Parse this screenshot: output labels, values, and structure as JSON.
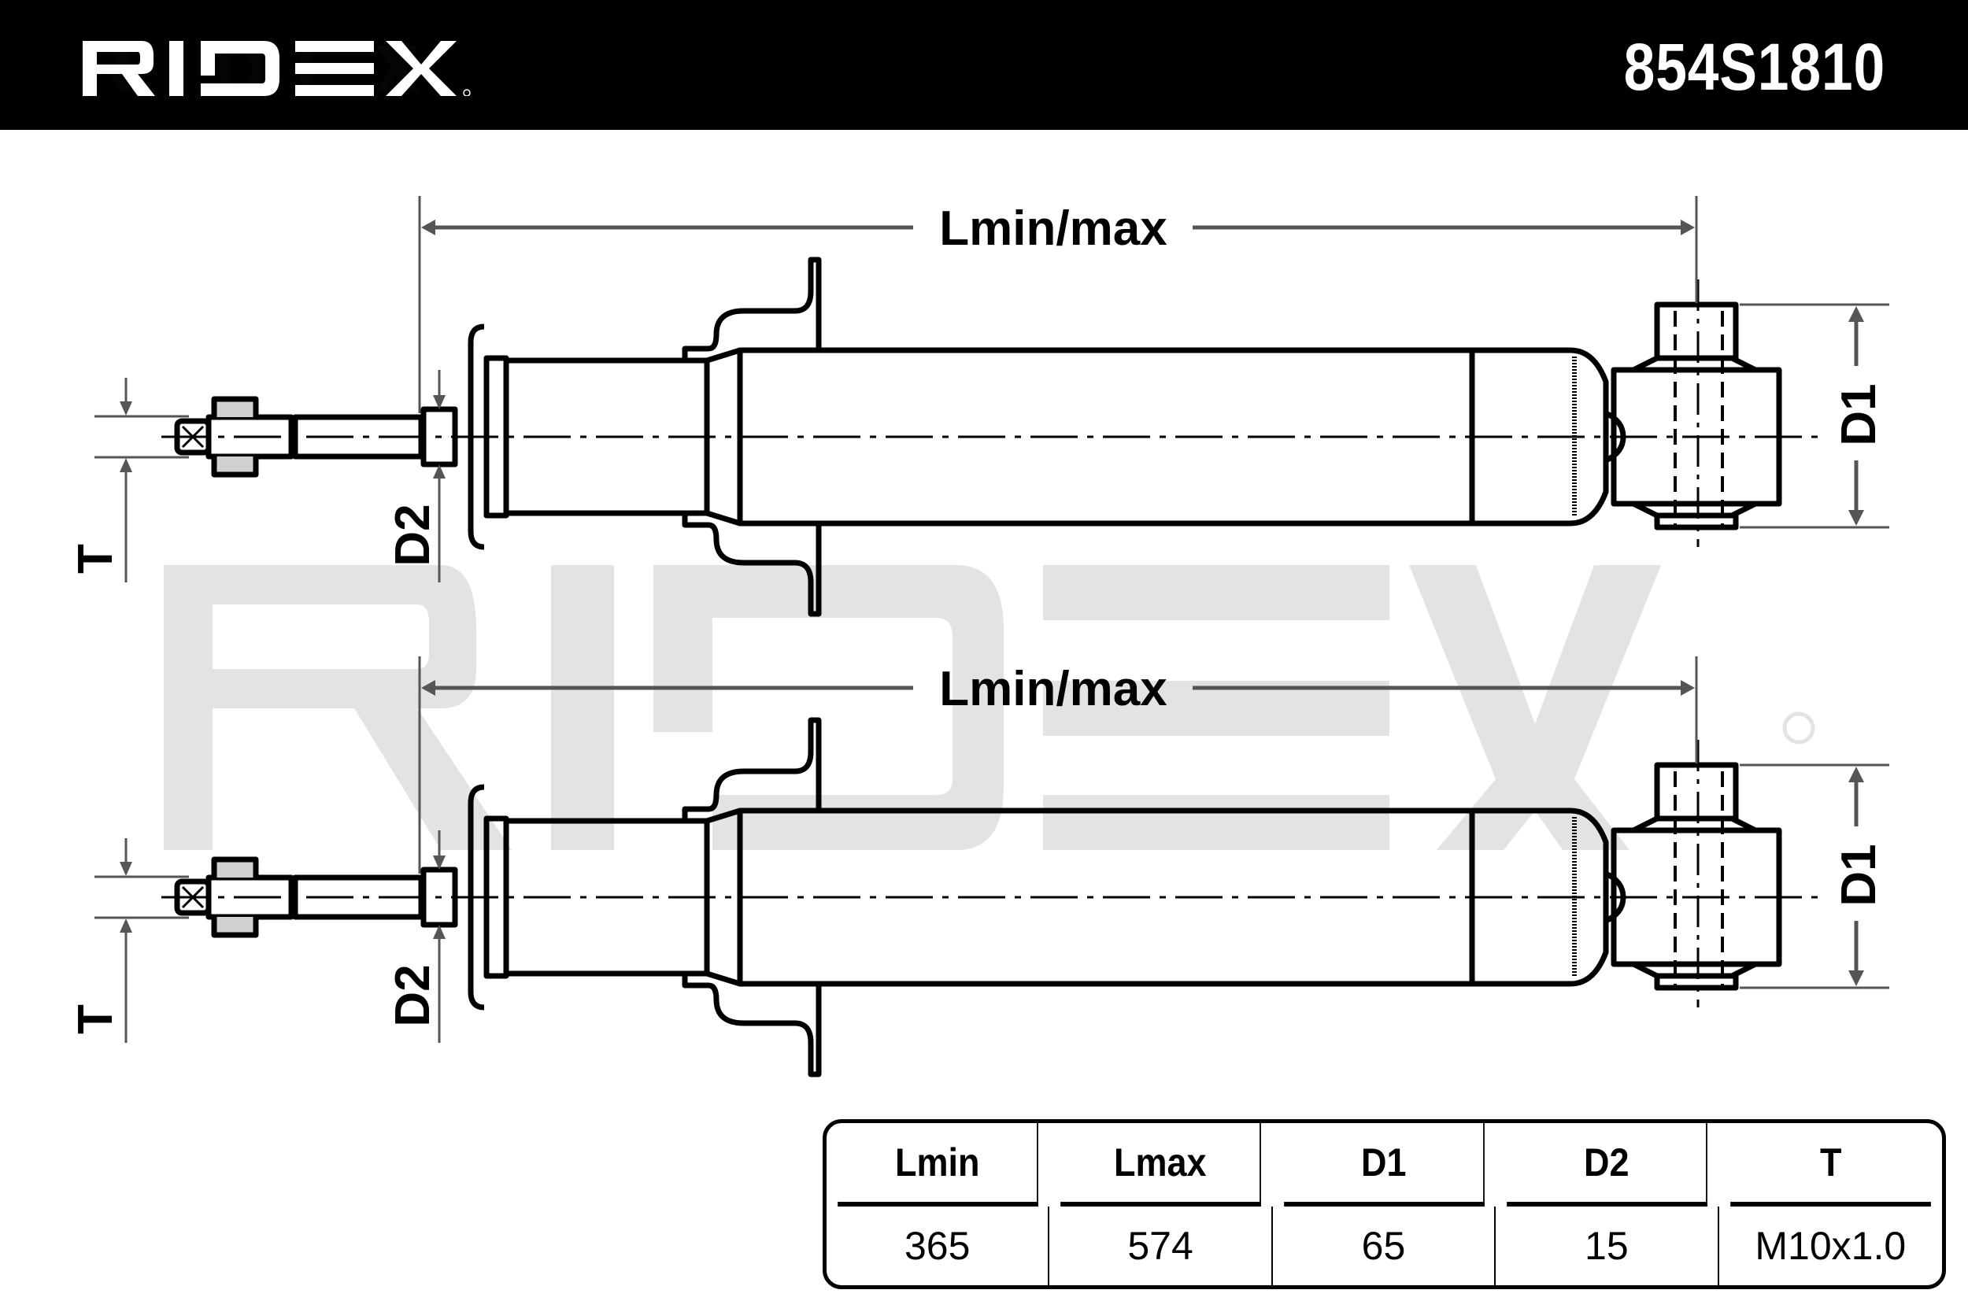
{
  "header": {
    "brand": "RIDEX",
    "part_number": "854S1810"
  },
  "watermark": {
    "text": "RIDEX"
  },
  "drawing": {
    "views": [
      {
        "length_label": "Lmin/max",
        "d1_label": "D1",
        "d2_label": "D2",
        "t_label": "T"
      },
      {
        "length_label": "Lmin/max",
        "d1_label": "D1",
        "d2_label": "D2",
        "t_label": "T"
      }
    ]
  },
  "specs_table": {
    "headers": [
      "Lmin",
      "Lmax",
      "D1",
      "D2",
      "T"
    ],
    "values": [
      "365",
      "574",
      "65",
      "15",
      "M10x1.0"
    ]
  },
  "colors": {
    "header_bg": "#000000",
    "header_text": "#ffffff",
    "line": "#000000",
    "dimension_line": "#555555",
    "watermark": "#e3e3e3"
  }
}
